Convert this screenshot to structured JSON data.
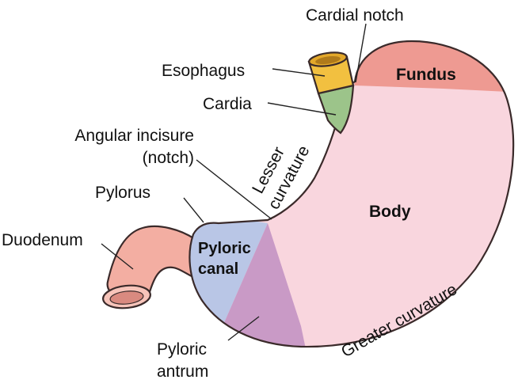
{
  "labels": {
    "cardial_notch": "Cardial notch",
    "esophagus": "Esophagus",
    "cardia": "Cardia",
    "angular_incisure_line1": "Angular incisure",
    "angular_incisure_line2": "(notch)",
    "pylorus": "Pylorus",
    "duodenum": "Duodenum",
    "pyloric_antrum_line1": "Pyloric",
    "pyloric_antrum_line2": "antrum",
    "lesser_curvature_line1": "Lesser",
    "lesser_curvature_line2": "curvature",
    "greater_curvature": "Greater curvature"
  },
  "regions": {
    "fundus": "Fundus",
    "body": "Body",
    "pyloric_canal_line1": "Pyloric",
    "pyloric_canal_line2": "canal"
  },
  "colors": {
    "esophagus": "#f2c040",
    "cardia": "#9cc48a",
    "fundus": "#ee9a92",
    "body": "#f9d6de",
    "pyloric_canal": "#b9c6e6",
    "pyloric_antrum": "#c99ac6",
    "duodenum": "#f3aea2",
    "outline": "#3a2a2a"
  }
}
